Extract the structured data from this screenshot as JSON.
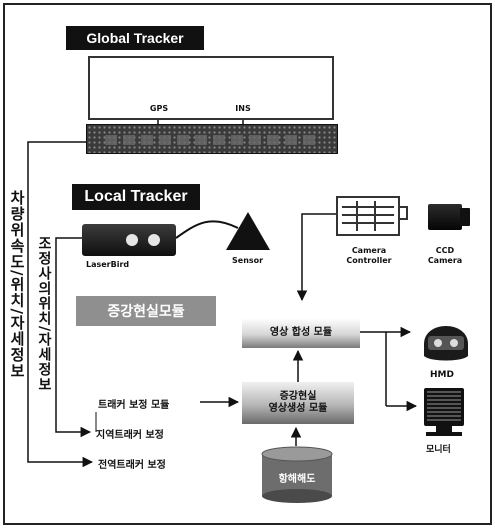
{
  "global_tracker": {
    "title": "Global Tracker",
    "gps_label": "GPS",
    "ins_label": "INS"
  },
  "local_tracker": {
    "title": "Local Tracker",
    "laserbird_label": "LaserBird",
    "sensor_label": "Sensor"
  },
  "camera": {
    "controller_label": "Camera Controller",
    "ccd_label": "CCD Camera"
  },
  "ar_module_label": "증강현실모듈",
  "modules": {
    "synth": "영상 합성 모듈",
    "ar_gen_line1": "증강현실",
    "ar_gen_line2": "영상생성 모듈",
    "tracker_correction": "트래커 보정 모듈",
    "chart_db": "항해해도"
  },
  "side_text": {
    "vehicle_info": "차량위속도/위치/자세정보",
    "pilot_info": "조정사의위치/자세정보"
  },
  "corrections": {
    "local": "지역트래커 보정",
    "global": "전역트래커 보정"
  },
  "outputs": {
    "hmd": "HMD",
    "monitor": "모니터"
  }
}
